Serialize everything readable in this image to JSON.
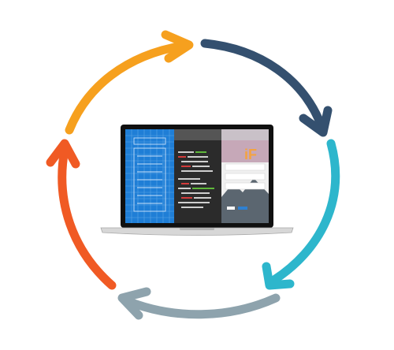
{
  "cycle": {
    "arrows": [
      {
        "id": "arrow-1",
        "color": "#f6a01e"
      },
      {
        "id": "arrow-2",
        "color": "#34506f"
      },
      {
        "id": "arrow-3",
        "color": "#2db6cc"
      },
      {
        "id": "arrow-4",
        "color": "#8ea3ad"
      },
      {
        "id": "arrow-5",
        "color": "#f05a24"
      }
    ]
  },
  "laptop": {
    "logo_text": "iF",
    "logo_color": "#f4a340",
    "panels": [
      {
        "id": "blueprint-panel",
        "color": "#1f7ed6"
      },
      {
        "id": "code-panel",
        "color": "#2b2b2b"
      },
      {
        "id": "browser-panel",
        "color": "#f0f0f0"
      }
    ]
  }
}
